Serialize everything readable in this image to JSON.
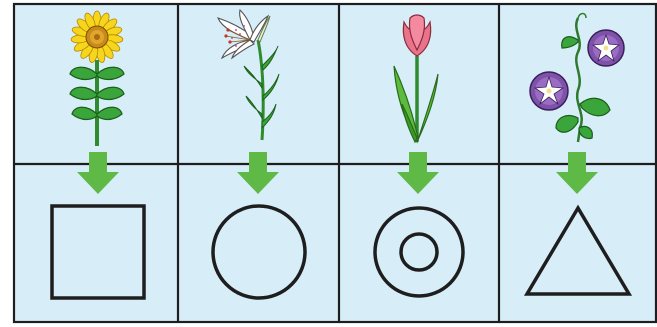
{
  "colors": {
    "background": "#d7eef9",
    "grid_line": "#1e1e1e",
    "arrow": "#5fb946",
    "shape_stroke": "#1e1e1e"
  },
  "columns": [
    {
      "flower": "sunflower",
      "flower_icon": "sunflower-icon",
      "shape": "square",
      "shape_icon": "square-icon"
    },
    {
      "flower": "lily",
      "flower_icon": "lily-icon",
      "shape": "circle",
      "shape_icon": "circle-icon"
    },
    {
      "flower": "tulip",
      "flower_icon": "tulip-icon",
      "shape": "double-circle",
      "shape_icon": "double-circle-icon"
    },
    {
      "flower": "morning-glory",
      "flower_icon": "morning-glory-icon",
      "shape": "triangle",
      "shape_icon": "triangle-icon"
    }
  ]
}
